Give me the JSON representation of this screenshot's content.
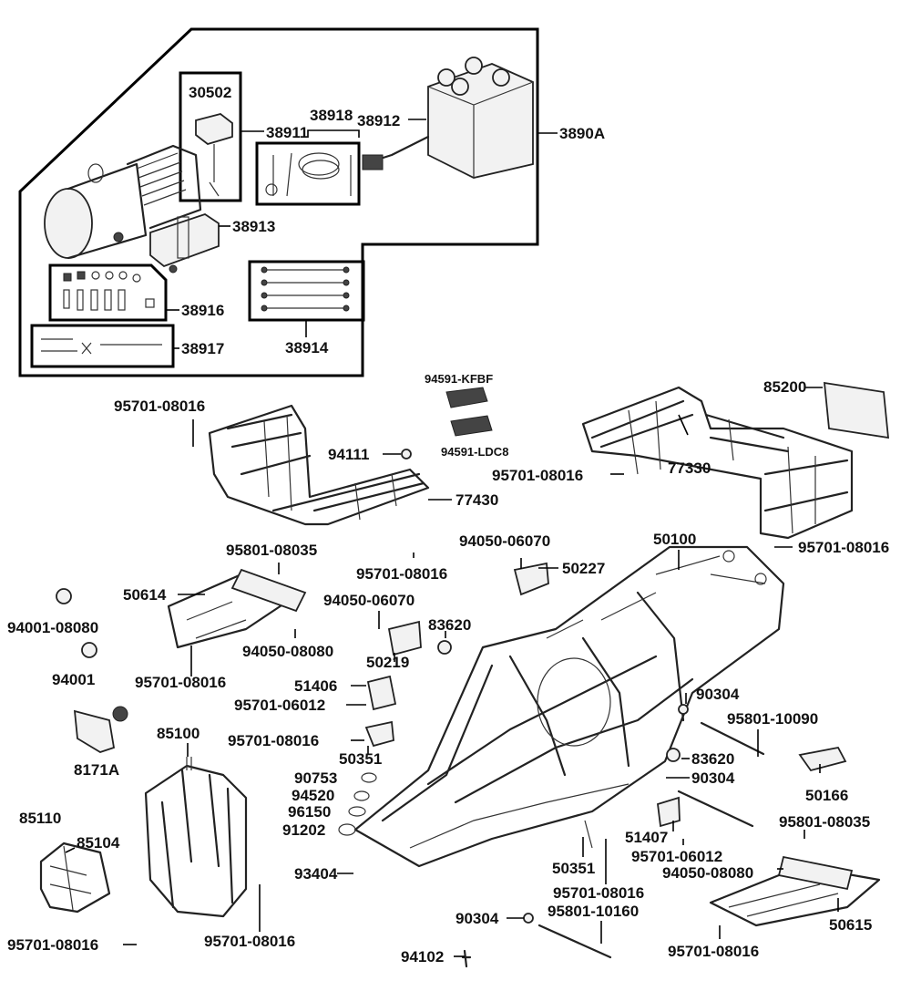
{
  "labels": {
    "p30502": "30502",
    "p38911": "38911",
    "p38918": "38918",
    "p38912": "38912",
    "p3890A": "3890A",
    "p38913": "38913",
    "p38916": "38916",
    "p38917": "38917",
    "p38914": "38914",
    "p94591k": "94591-KFBF",
    "p94591l": "94591-LDC8",
    "p85200": "85200",
    "p95701a": "95701-08016",
    "p94111": "94111",
    "p77430": "77430",
    "p95701b": "95701-08016",
    "p77330": "77330",
    "p94050a": "94050-06070",
    "p50100": "50100",
    "p95801a": "95801-08035",
    "p95701c": "95701-08016",
    "p95701d": "95701-08016",
    "p50227": "50227",
    "p50614": "50614",
    "p94050b": "94050-06070",
    "p94001a": "94001-08080",
    "p83620a": "83620",
    "p94050c": "94050-08080",
    "p50219": "50219",
    "p94001": "94001",
    "p95701e": "95701-08016",
    "p51406": "51406",
    "p90304a": "90304",
    "p95701f": "95701-06012",
    "p95801b": "95801-10090",
    "p85100": "85100",
    "p95701g": "95701-08016",
    "p8171A": "8171A",
    "p50351a": "50351",
    "p83620b": "83620",
    "p90753": "90753",
    "p90304b": "90304",
    "p50166": "50166",
    "p94520": "94520",
    "p96150": "96150",
    "p85110": "85110",
    "p85104": "85104",
    "p91202": "91202",
    "p51407": "51407",
    "p95801c": "95801-08035",
    "p95701h": "95701-06012",
    "p50351b": "50351",
    "p94050d": "94050-08080",
    "p93404": "93404",
    "p95701i": "95701-08016",
    "p90304c": "90304",
    "p95801d": "95801-10160",
    "p50615": "50615",
    "p95701j": "95701-08016",
    "p95701k": "95701-08016",
    "p95701l": "95701-08016",
    "p94102": "94102"
  }
}
